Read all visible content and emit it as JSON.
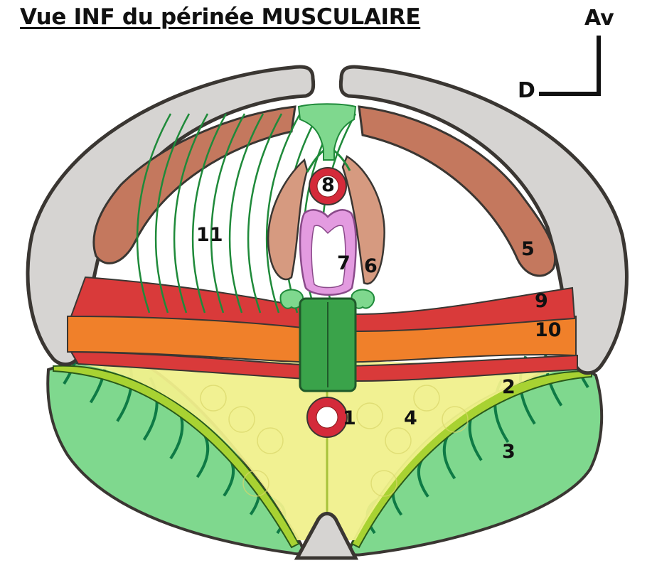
{
  "title": "Vue INF du périnée MUSCULAIRE",
  "orientation": {
    "anterior": "Av",
    "right": "D"
  },
  "labels": [
    "1",
    "2",
    "3",
    "4",
    "5",
    "6",
    "7",
    "8",
    "9",
    "10",
    "11"
  ],
  "colors": {
    "bone": "#d6d4d2",
    "outline": "#3a3632",
    "ischiocavernosus": "#c4785e",
    "transverse_superficial": "#d93a3a",
    "transverse_deep": "#f0802a",
    "levator_ani": "#7fd88e",
    "levator_stripes": "#0e7a45",
    "arcus_band": "#a8d232",
    "anococcygeal_fat": "#f0f08c",
    "central_tendon": "#3aa34a",
    "fibers": "#1f8a3a",
    "urethra_ring": "#d42a3a",
    "vagina": "#e39be0",
    "bulbo": "#d69a80"
  }
}
